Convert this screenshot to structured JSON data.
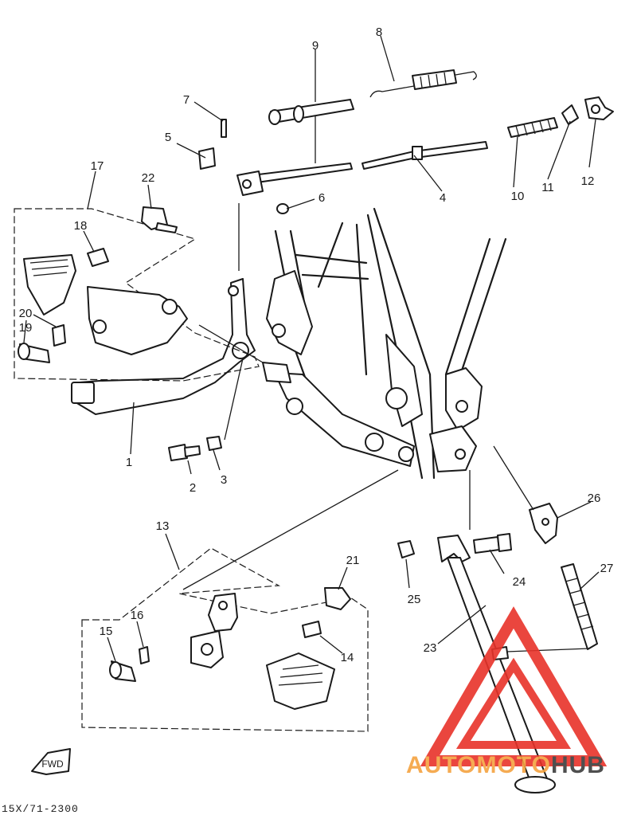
{
  "diagram": {
    "callouts": [
      {
        "id": "c1",
        "text": "1"
      },
      {
        "id": "c2",
        "text": "2"
      },
      {
        "id": "c3",
        "text": "3"
      },
      {
        "id": "c4",
        "text": "4"
      },
      {
        "id": "c5",
        "text": "5"
      },
      {
        "id": "c6",
        "text": "6"
      },
      {
        "id": "c7",
        "text": "7"
      },
      {
        "id": "c8",
        "text": "8"
      },
      {
        "id": "c9",
        "text": "9"
      },
      {
        "id": "c10",
        "text": "10"
      },
      {
        "id": "c11",
        "text": "11"
      },
      {
        "id": "c12",
        "text": "12"
      },
      {
        "id": "c13",
        "text": "13"
      },
      {
        "id": "c14",
        "text": "14"
      },
      {
        "id": "c15",
        "text": "15"
      },
      {
        "id": "c16",
        "text": "16"
      },
      {
        "id": "c17",
        "text": "17"
      },
      {
        "id": "c18",
        "text": "18"
      },
      {
        "id": "c19",
        "text": "19"
      },
      {
        "id": "c20",
        "text": "20"
      },
      {
        "id": "c21",
        "text": "21"
      },
      {
        "id": "c22",
        "text": "22"
      },
      {
        "id": "c23",
        "text": "23"
      },
      {
        "id": "c24",
        "text": "24"
      },
      {
        "id": "c25",
        "text": "25"
      },
      {
        "id": "c26",
        "text": "26"
      },
      {
        "id": "c27",
        "text": "27"
      }
    ],
    "fwd_label": "FWD",
    "drawing_code": "15X/71-2300"
  },
  "watermark": {
    "word_part1": "AUTOMOTO",
    "word_part2": "HUB",
    "color_red": "#e8332a",
    "color_orange": "#f4a340",
    "color_grey": "#3d3d3d"
  }
}
